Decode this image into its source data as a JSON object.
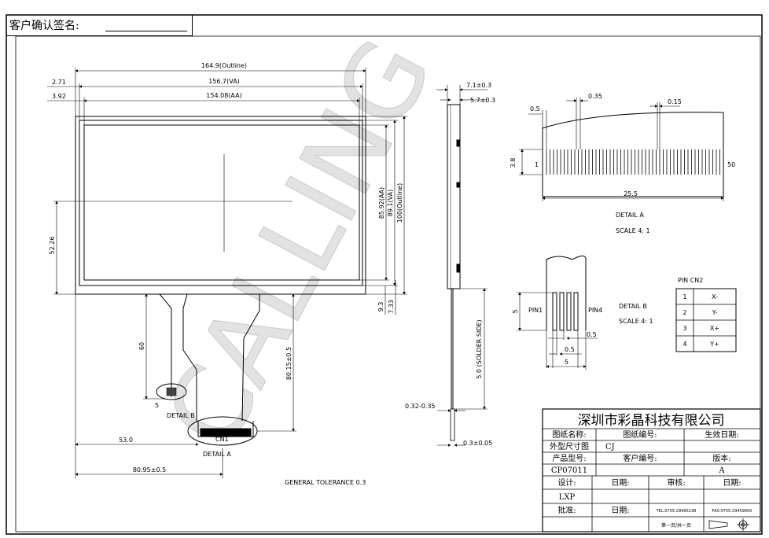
{
  "signature": {
    "label": "客户确认签名:"
  },
  "watermark": "CALLING",
  "front_view": {
    "outline_width": "164.9(Outline)",
    "va_width": "156.7(VA)",
    "aa_width": "154.08(AA)",
    "left_offset_1": "2.71",
    "left_offset_2": "3.92",
    "aa_height": "85.92(AA)",
    "va_height": "89.1(VA)",
    "outline_height": "100(Outline)",
    "center_height": "52.26",
    "bottom_offset_1": "9.3",
    "bottom_offset_2": "7.33",
    "fpc_length_1": "60",
    "fpc_length_2": "80.15±0.5",
    "fpc_offset_x": "53.0",
    "fpc_center_x": "80.95±0.5",
    "pin_dim": "5",
    "detail_b_label": "DETAIL B",
    "cn1_label": "CN1",
    "detail_a_label": "DETAIL A"
  },
  "side_view": {
    "thickness_total": "7.1±0.3",
    "thickness_panel": "5.7±0.3",
    "solder_side": "5.0 (SOLDER SIDE)",
    "fpc_thickness": "0.32-0.35",
    "stiffener": "0.3±0.05"
  },
  "detail_a": {
    "dim_left": "0.5",
    "dim_pitch": "0.35",
    "dim_width": "0.15",
    "pin_first": "1",
    "pin_last": "50",
    "height": "3.8",
    "total_width": "25.5",
    "title": "DETAIL A",
    "scale": "SCALE 4: 1"
  },
  "detail_b": {
    "pin_first": "PIN1",
    "pin_last": "PIN4",
    "height": "5",
    "pitch_1": "0.5",
    "pitch_2": "0.5",
    "width": "5",
    "title": "DETAIL B",
    "scale": "SCALE 4: 1"
  },
  "pin_table": {
    "title": "PIN CN2",
    "rows": [
      [
        "1",
        "X-"
      ],
      [
        "2",
        "Y-"
      ],
      [
        "3",
        "X+"
      ],
      [
        "4",
        "Y+"
      ]
    ]
  },
  "tolerance_note": "GENERAL TOLERANCE 0.3",
  "title_block": {
    "company": "深圳市彩晶科技有限公司",
    "drawing_name_label": "图纸名称:",
    "drawing_no_label": "图纸编号:",
    "effective_date_label": "生效日期:",
    "drawing_name": "外型尺寸图",
    "drawing_no": "CJ",
    "product_model_label": "产品型号:",
    "customer_no_label": "客户编号:",
    "version_label": "版本:",
    "product_model": "CP07011",
    "version": "A",
    "design_label": "设计:",
    "date_label_1": "日期:",
    "review_label": "审核:",
    "date_label_2": "日期:",
    "designer": "LXP",
    "approve_label": "批准:",
    "date_label_3": "日期:",
    "tel": "TEL:0755-29995238",
    "fax": "FAX:0755-29459900",
    "page": "第一页/共一页"
  }
}
